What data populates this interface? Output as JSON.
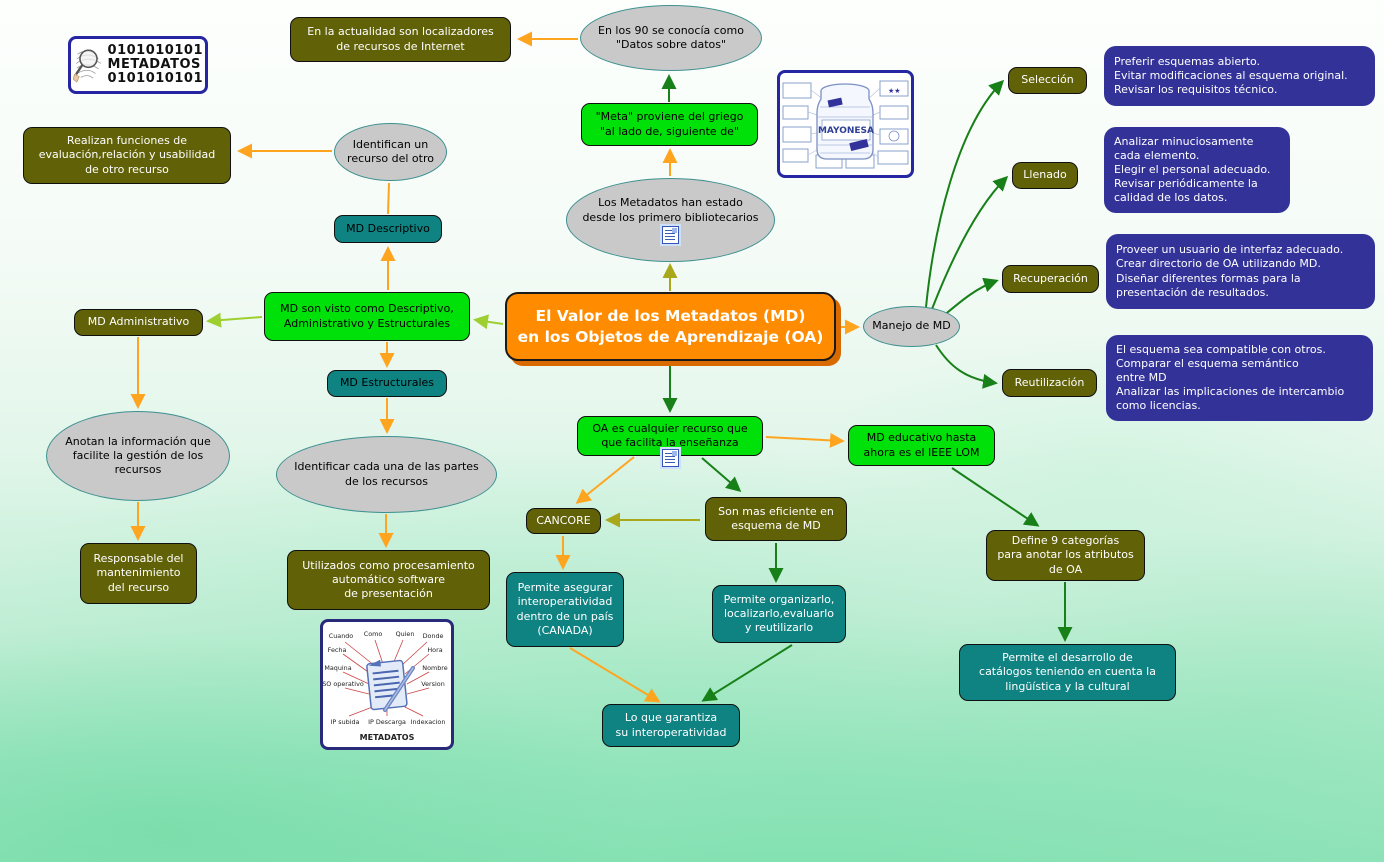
{
  "center_node": {
    "label": "El Valor de los Metadatos (MD)\nen los Objetos de Aprendizaje (OA)"
  },
  "top": {
    "librarians": "Los Metadatos  han estado\ndesde los primero bibliotecarios",
    "meta_greek": "\"Meta\" proviene del griego\n\"al lado de, siguiente de\"",
    "nineties": "En los 90  se conocía como\n\"Datos sobre datos\"",
    "internet_locators": "En la actualidad son localizadores\nde recursos de Internet",
    "identify_resource": "Identifican un\nrecurso del otro",
    "evaluation_functions": "Realizan funciones de\nevaluación,relación y usabilidad\nde otro recurso"
  },
  "left": {
    "md_types": "MD son visto como Descriptivo,\nAdministrativo y Estructurales",
    "md_descriptivo": "MD Descriptivo",
    "md_administrativo": "MD Administrativo",
    "md_estructurales": "MD Estructurales",
    "annotate_info": "Anotan la información que\nfacilite la gestión de los\nrecursos",
    "maintenance": "Responsable del\nmantenimiento\ndel recurso",
    "identify_parts": "Identificar cada una de las partes\nde los recursos",
    "automatic_processing": "Utilizados como procesamiento\nautomático software\nde presentación"
  },
  "right": {
    "manejo": "Manejo de MD",
    "seleccion": "Selección",
    "llenado": "Llenado",
    "recuperacion": "Recuperación",
    "reutilizacion": "Reutilización",
    "seleccion_detail": "Preferir esquemas abierto.\nEvitar modificaciones al esquema original.\nRevisar los requisitos técnico.",
    "llenado_detail": "Analizar minuciosamente\ncada elemento.\nElegir el personal adecuado.\nRevisar periódicamente la\n calidad de los datos.",
    "recuperacion_detail": "Proveer un usuario de interfaz adecuado.\nCrear directorio de OA utilizando MD.\nDiseñar diferentes formas para la\npresentación de resultados.",
    "reutilizacion_detail": "El esquema sea compatible con otros.\nComparar el esquema semántico\nentre MD\nAnalizar las implicaciones de intercambio\ncomo licencias."
  },
  "bottom": {
    "oa_definition": "OA es cualquier recurso que\nque facilita la enseñanza",
    "md_educativo": "MD educativo hasta\nahora es el IEEE LOM",
    "cancore": "CANCORE",
    "efficient_schema": "Son mas eficiente en\nesquema de MD",
    "interoperability_canada": "Permite asegurar\ninteroperatividad\ndentro de un país\n(CANADA)",
    "organize": "Permite organizarlo,\nlocalizarlo,evaluarlo\ny reutilizarlo",
    "guarantee": "Lo que garantiza\nsu interoperatividad",
    "nine_categories": "Define 9 categorías\npara anotar los atributos\nde OA",
    "catalogs": "Permite el desarrollo de\ncatálogos teniendo en cuenta la\nlingüística y la cultural"
  },
  "images": {
    "metadatos_stamp": {
      "lines": [
        "0101010101",
        "METADATOS",
        "0101010101"
      ]
    },
    "mayonesa": {
      "label": "MAYONESA"
    },
    "metadata_diagram": {
      "labels": [
        "Cuando",
        "Como",
        "Quien",
        "Donde",
        "Fecha",
        "Hora",
        "Maquina",
        "Nombre",
        "SO operativo",
        "Version",
        "IP subida",
        "IP Descarga",
        "Indexacion"
      ],
      "caption": "METADATOS"
    }
  },
  "palette": {
    "olive": "#616108",
    "teal": "#0f8282",
    "green": "#00e109",
    "navy": "#323299",
    "orange_node": "#ff8c00",
    "gray_ellipse": "#c9c9c9",
    "arrow_orange": "#ffa41f",
    "arrow_green": "#188018",
    "arrow_yellowgreen": "#9ccf2f",
    "arrow_olive": "#a8a81a"
  }
}
